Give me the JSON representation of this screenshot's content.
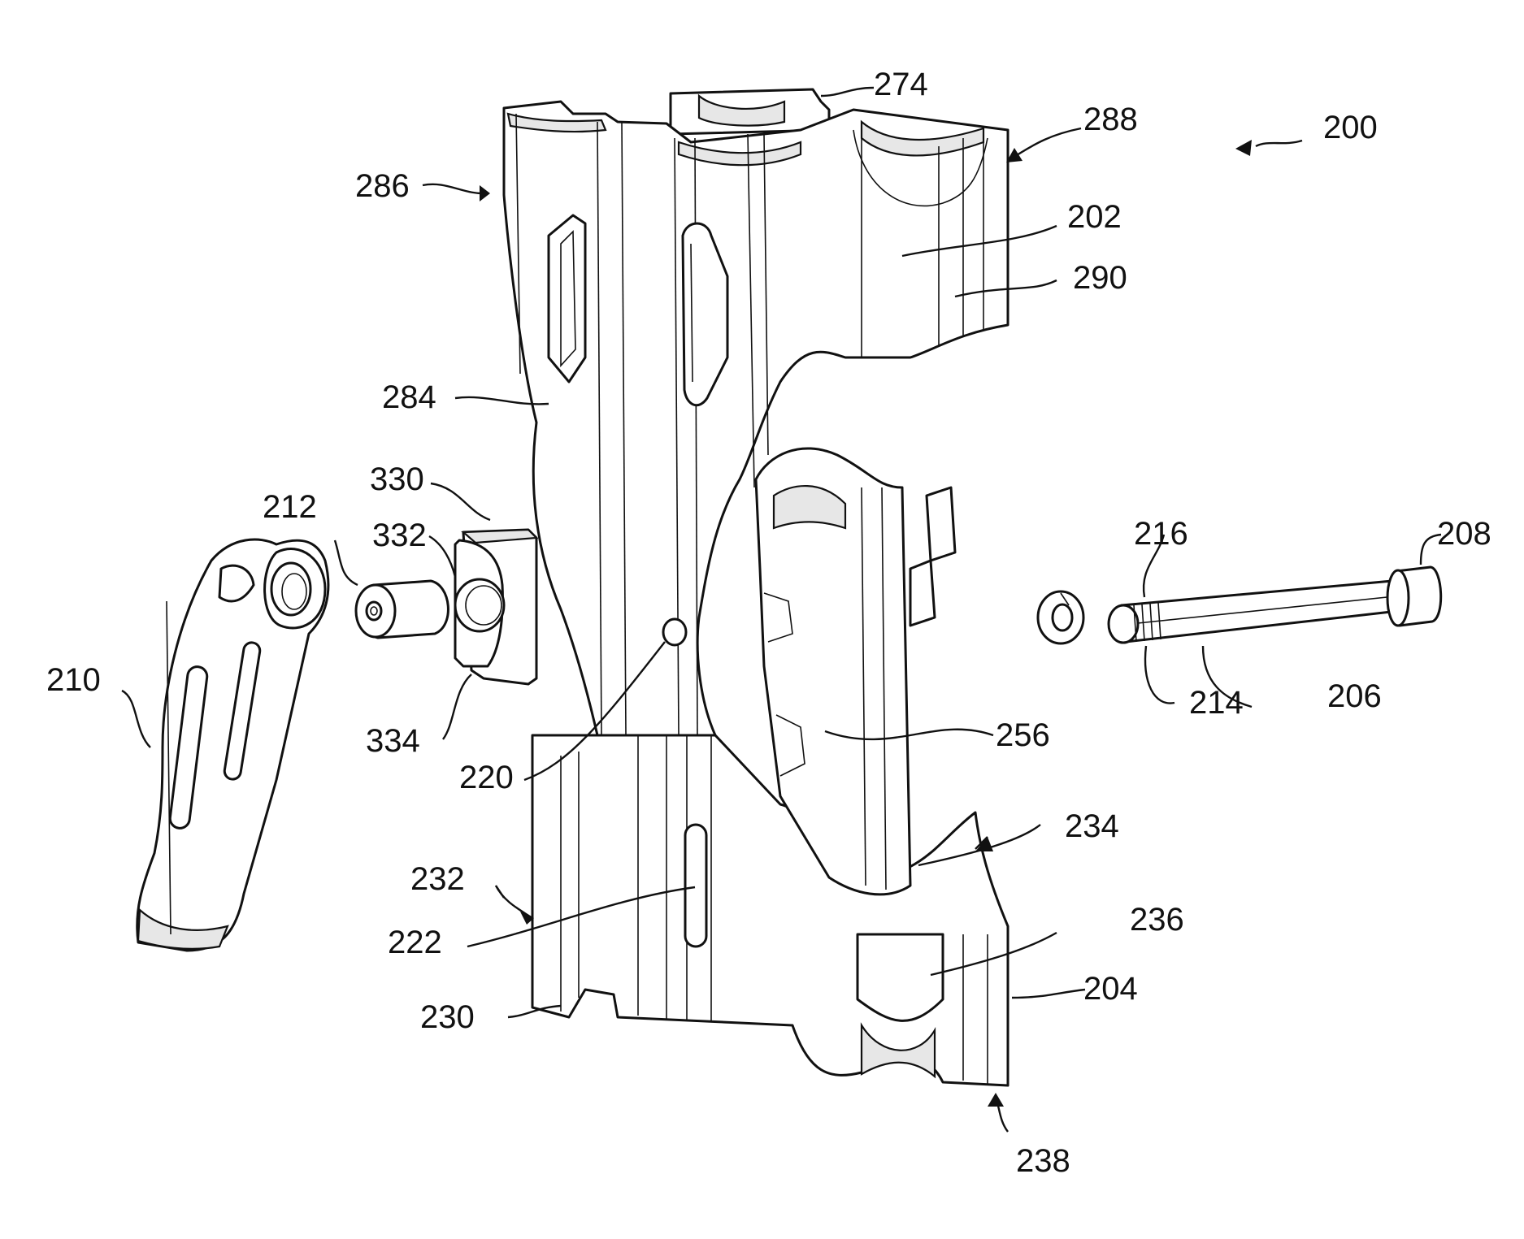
{
  "figure_ref": "200",
  "parts": {
    "upper_housing": {
      "ref": "202"
    },
    "lower_housing": {
      "ref": "204"
    },
    "bolt": {
      "ref": "206"
    },
    "bolt_head": {
      "ref": "208"
    },
    "lever": {
      "ref": "210"
    },
    "pivot_pin": {
      "ref": "212"
    },
    "bolt_thread": {
      "ref": "214"
    },
    "washer": {
      "ref": "216"
    },
    "pin_hole": {
      "ref": "220"
    },
    "slot": {
      "ref": "222"
    },
    "lower_face": {
      "ref": "230"
    },
    "lower_left_edge": {
      "ref": "232"
    },
    "lower_right_edge": {
      "ref": "234"
    },
    "lower_channel": {
      "ref": "236"
    },
    "lower_bottom_end": {
      "ref": "238"
    },
    "center_spine": {
      "ref": "256"
    },
    "top_slot": {
      "ref": "274"
    },
    "upper_face": {
      "ref": "284"
    },
    "upper_left_edge": {
      "ref": "286"
    },
    "upper_right_edge": {
      "ref": "288"
    },
    "upper_channel": {
      "ref": "290"
    },
    "cam_block": {
      "ref": "330"
    },
    "cam_block_top": {
      "ref": "332"
    },
    "cam_block_bottom": {
      "ref": "334"
    }
  }
}
